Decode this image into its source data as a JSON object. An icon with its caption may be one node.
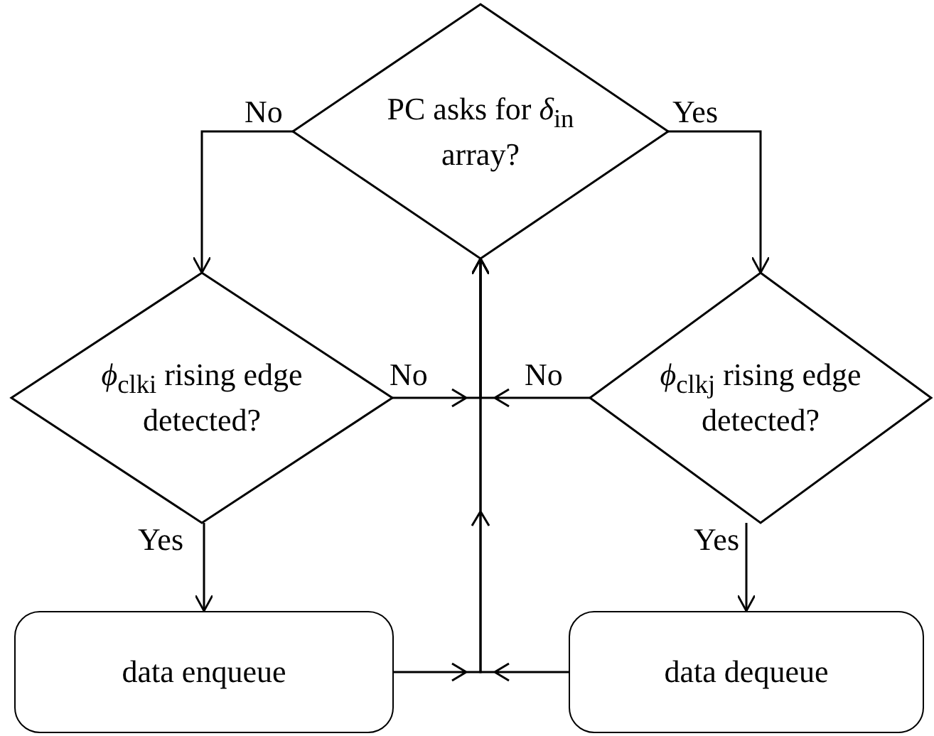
{
  "diagram": {
    "nodes": [
      {
        "text": [
          "PC asks for *δ*$_{in}$ array?"
        ]
      },
      {
        "text": [
          "*ϕ*$_{clki}$ rising edge detected?"
        ]
      },
      {
        "text": [
          "*ϕ*$_{clkj}$ rising edge detected?"
        ]
      },
      {
        "text": [
          "data enqueue"
        ]
      },
      {
        "text": [
          "data dequeue"
        ]
      }
    ],
    "edges": [
      {
        "from": 0,
        "to": 1,
        "arrow": "to",
        "label": "No"
      },
      {
        "from": 0,
        "to": 2,
        "arrow": "to",
        "label": "Yes"
      },
      {
        "from": 1,
        "to": 3,
        "arrow": "to",
        "label": "Yes"
      },
      {
        "from": 2,
        "to": 4,
        "arrow": "to",
        "label": "Yes"
      },
      {
        "from": 1,
        "to": 0,
        "arrow": "to",
        "label": "No"
      },
      {
        "from": 2,
        "to": 0,
        "arrow": "to",
        "label": "No"
      },
      {
        "from": 3,
        "to": 0,
        "arrow": "to"
      },
      {
        "from": 4,
        "to": 0,
        "arrow": "to"
      }
    ]
  }
}
